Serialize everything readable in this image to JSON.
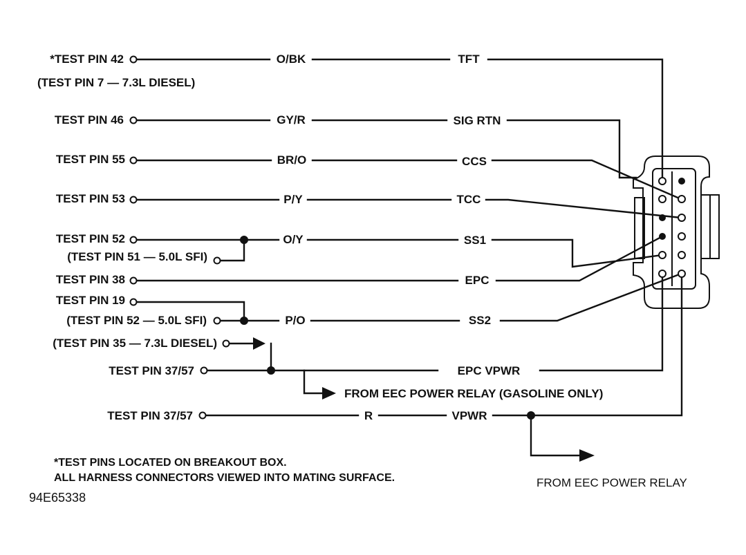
{
  "pins": {
    "p42": "*TEST PIN 42",
    "p7_diesel": "(TEST PIN 7 — 7.3L DIESEL)",
    "p46": "TEST PIN 46",
    "p55": "TEST PIN 55",
    "p53": "TEST PIN 53",
    "p52": "TEST PIN 52",
    "p51_sfi": "(TEST PIN 51 — 5.0L SFI)",
    "p38": "TEST PIN 38",
    "p19": "TEST PIN 19",
    "p52_sfi": "(TEST PIN 52 — 5.0L SFI)",
    "p35_diesel": "(TEST PIN 35 — 7.3L DIESEL)",
    "p37_57_a": "TEST PIN 37/57",
    "p37_57_b": "TEST PIN 37/57"
  },
  "wire_colors": {
    "obk": "O/BK",
    "gyr": "GY/R",
    "bro": "BR/O",
    "py": "P/Y",
    "oy": "O/Y",
    "po": "P/O",
    "r": "R"
  },
  "circuits": {
    "tft": "TFT",
    "sig_rtn": "SIG RTN",
    "ccs": "CCS",
    "tcc": "TCC",
    "ss1": "SS1",
    "epc": "EPC",
    "ss2": "SS2",
    "epc_vpwr": "EPC VPWR",
    "vpwr": "VPWR"
  },
  "notes": {
    "from_eec_gas": "FROM EEC POWER RELAY (GASOLINE ONLY)",
    "from_eec": "FROM EEC POWER RELAY",
    "footnote1": "*TEST PINS LOCATED ON BREAKOUT BOX.",
    "footnote2": "ALL HARNESS CONNECTORS VIEWED INTO MATING SURFACE.",
    "figure_id": "94E65338"
  }
}
